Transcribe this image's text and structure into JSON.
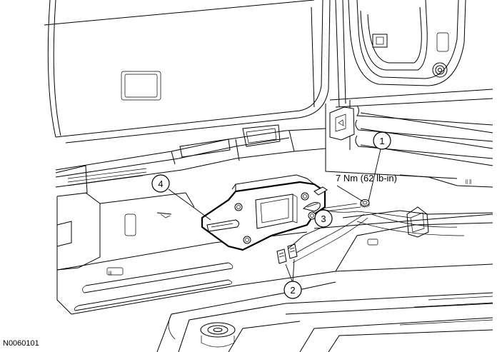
{
  "figure_id": "N0060101",
  "torque_spec": "7 Nm (62 lb-in)",
  "callouts": [
    {
      "id": "callout-1",
      "label": "1"
    },
    {
      "id": "callout-2",
      "label": "2"
    },
    {
      "id": "callout-3",
      "label": "3"
    },
    {
      "id": "callout-4",
      "label": "4"
    }
  ]
}
